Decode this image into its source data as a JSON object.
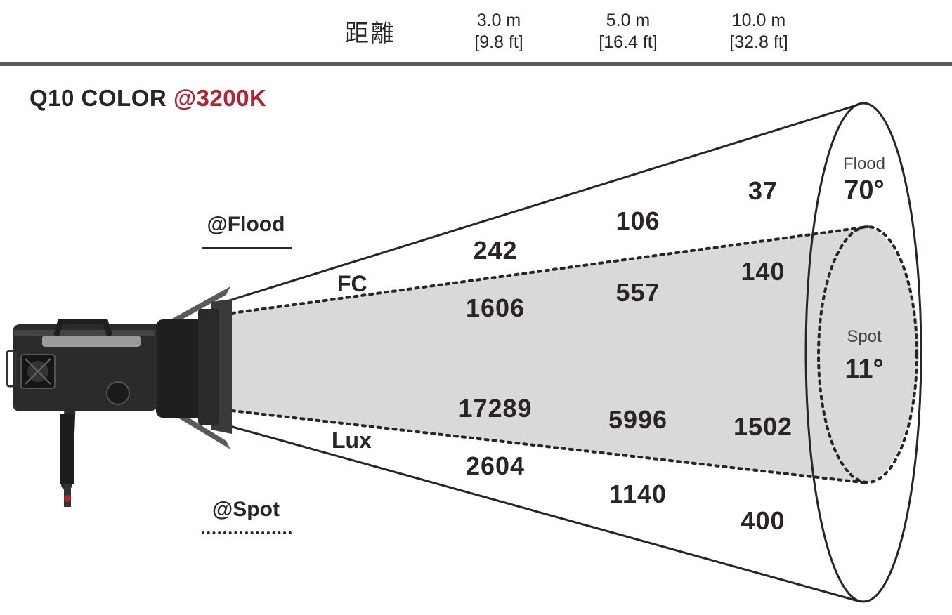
{
  "header": {
    "distance_label": "距離",
    "columns": [
      {
        "m": "3.0 m",
        "ft": "[9.8 ft]"
      },
      {
        "m": "5.0 m",
        "ft": "[16.4 ft]"
      },
      {
        "m": "10.0 m",
        "ft": "[32.8 ft]"
      }
    ]
  },
  "title": {
    "model": "Q10 COLOR ",
    "temp": "@3200K"
  },
  "legend": {
    "flood": "@Flood",
    "spot": "@Spot"
  },
  "units": {
    "fc": "FC",
    "lux": "Lux"
  },
  "values": {
    "flood_fc": [
      "242",
      "106",
      "37"
    ],
    "spot_fc": [
      "1606",
      "557",
      "140"
    ],
    "spot_lux": [
      "17289",
      "5996",
      "1502"
    ],
    "flood_lux": [
      "2604",
      "1140",
      "400"
    ]
  },
  "angles": {
    "flood_name": "Flood",
    "flood_deg": "70°",
    "spot_name": "Spot",
    "spot_deg": "11°"
  },
  "colors": {
    "accent": "#b52233",
    "beam_fill": "#d9d9d9",
    "ink": "#2a2424"
  }
}
